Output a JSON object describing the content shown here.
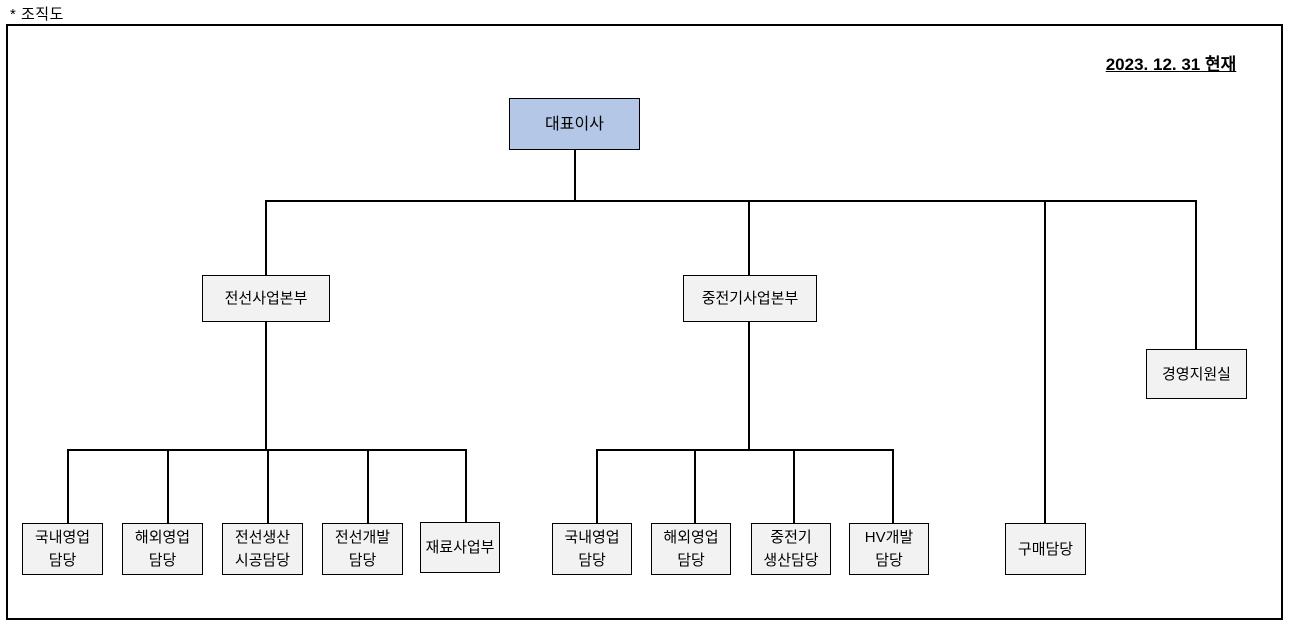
{
  "page": {
    "label": "* 조직도",
    "as_of_date": "2023. 12. 31 현재"
  },
  "org": {
    "ceo": {
      "lines": [
        "대표이사"
      ]
    },
    "divisions": {
      "wire": {
        "lines": [
          "전선사업본부"
        ]
      },
      "heavy": {
        "lines": [
          "중전기사업본부"
        ]
      }
    },
    "staff": {
      "mgmt_support": {
        "lines": [
          "경영지원실"
        ]
      },
      "purchasing": {
        "lines": [
          "구매담당"
        ]
      }
    },
    "wire_children": [
      {
        "lines": [
          "국내영업",
          "담당"
        ]
      },
      {
        "lines": [
          "해외영업",
          "담당"
        ]
      },
      {
        "lines": [
          "전선생산",
          "시공담당"
        ]
      },
      {
        "lines": [
          "전선개발",
          "담당"
        ]
      },
      {
        "lines": [
          "재료사업부"
        ]
      }
    ],
    "heavy_children": [
      {
        "lines": [
          "국내영업",
          "담당"
        ]
      },
      {
        "lines": [
          "해외영업",
          "담당"
        ]
      },
      {
        "lines": [
          "중전기",
          "생산담당"
        ]
      },
      {
        "lines": [
          "HV개발",
          "담당"
        ]
      }
    ]
  },
  "colors": {
    "ceo_fill": "#b4c7e7",
    "box_fill": "#f2f2f2",
    "border": "#000000",
    "line": "#000000"
  }
}
